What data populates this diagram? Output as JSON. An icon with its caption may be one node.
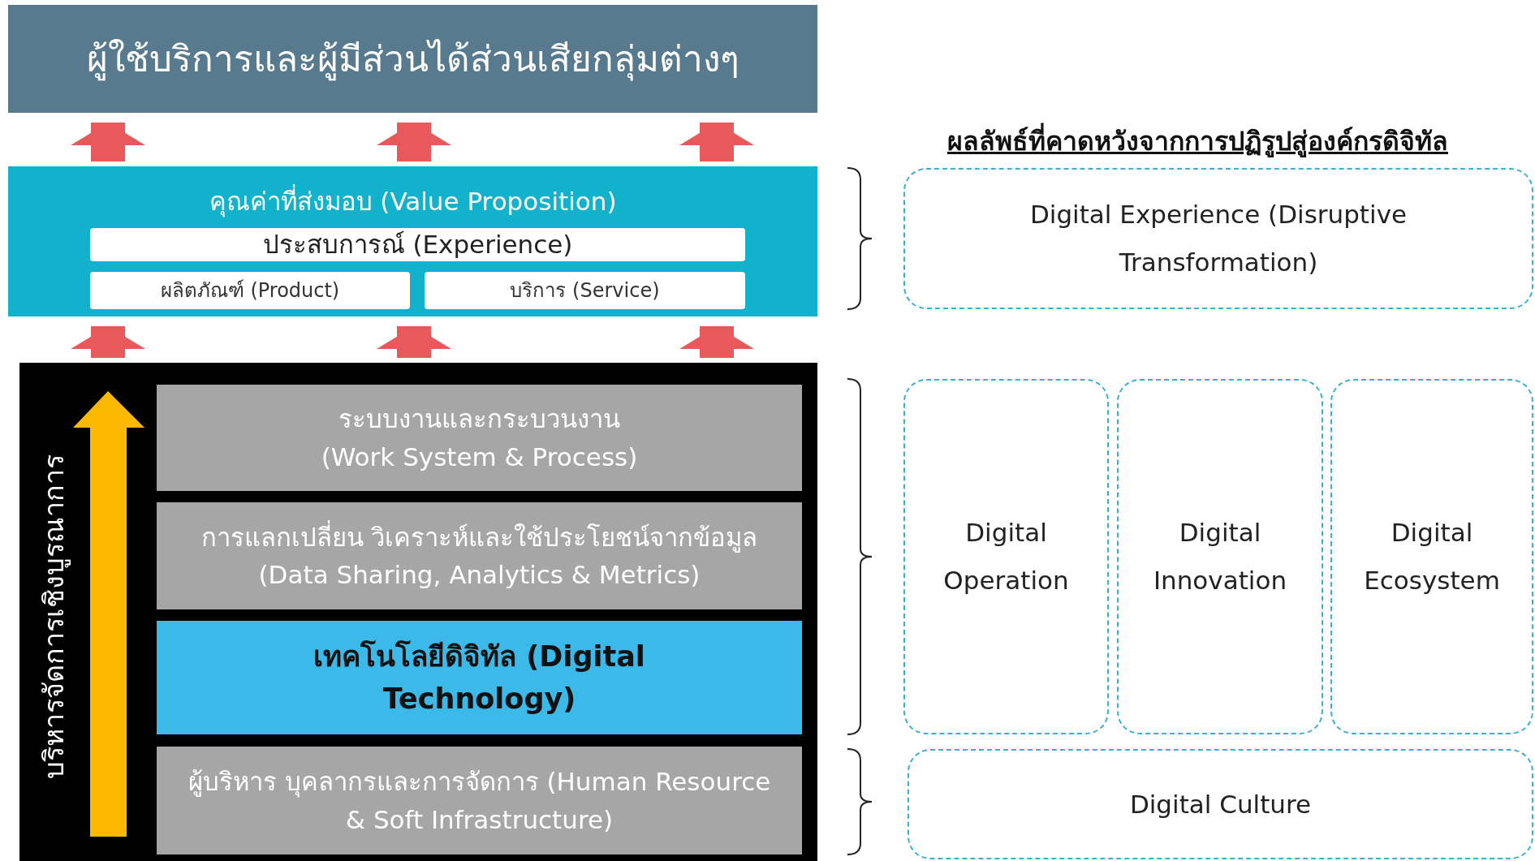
{
  "diagram": {
    "nodes": [
      {
        "text": [
          "ผู้ใช้บริการและผู้มีส่วนได้ส่วนเสียกลุ่มต่างๆ"
        ]
      },
      {
        "text": [
          "คุณค่าที่ส่งมอบ (Value Proposition)"
        ]
      },
      {
        "text": [
          "ประสบการณ์ (Experience)"
        ],
        "in": 1
      },
      {
        "text": [
          "ผลิตภัณฑ์ (Product)"
        ],
        "in": 1
      },
      {
        "text": [
          "บริการ (Service)"
        ],
        "in": 1
      },
      {
        "text": [
          "บริหารจัดการเชิงบูรณาการ"
        ]
      },
      {
        "text": [
          "ระบบงานและกระบวนงาน (Work System & Process)"
        ],
        "in": 5
      },
      {
        "text": [
          "การแลกเปลี่ยน วิเคราะห์และใช้ประโยชน์จากข้อมูล (Data Sharing, Analytics & Metrics)"
        ],
        "in": 5
      },
      {
        "text": [
          "เทคโนโลยีดิจิทัล (Digital Technology)"
        ],
        "in": 5
      },
      {
        "text": [
          "ผู้บริหาร บุคลากรและการจัดการ (Human Resource & Soft Infrastructure)"
        ],
        "in": 5
      },
      {
        "text": [
          "Digital Experience (Disruptive Transformation)"
        ]
      },
      {
        "text": [
          "Digital Operation"
        ]
      },
      {
        "text": [
          "Digital Innovation"
        ]
      },
      {
        "text": [
          "Digital Ecosystem"
        ]
      },
      {
        "text": [
          "Digital Culture"
        ]
      }
    ],
    "edges": [
      {
        "from": 1,
        "to": 0,
        "arrow": "to"
      },
      {
        "from": 1,
        "to": 0,
        "arrow": "to"
      },
      {
        "from": 1,
        "to": 0,
        "arrow": "to"
      },
      {
        "from": 5,
        "to": 1,
        "arrow": "to"
      },
      {
        "from": 5,
        "to": 1,
        "arrow": "to"
      },
      {
        "from": 5,
        "to": 1,
        "arrow": "to"
      }
    ],
    "labels": [
      "ผลลัพธ์ที่คาดหวังจากการปฏิรูปสู่องค์กรดิจิทัล"
    ]
  }
}
